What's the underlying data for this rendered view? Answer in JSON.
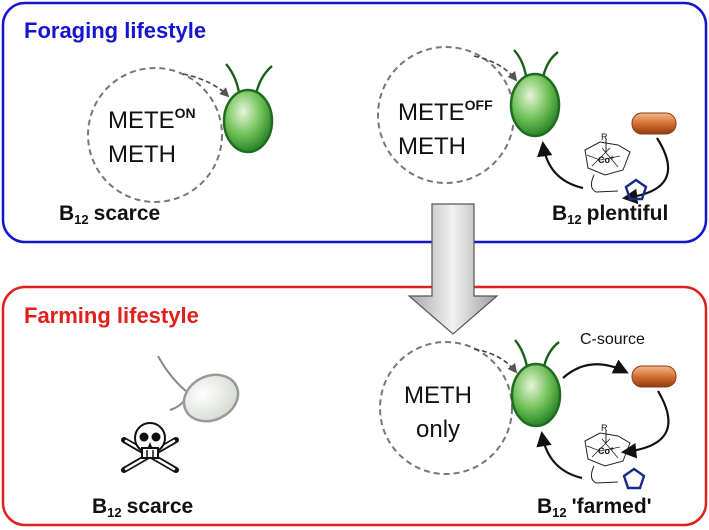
{
  "panels": {
    "foraging": {
      "title": "Foraging lifestyle",
      "color": "#1515d0",
      "left": {
        "gene1": "METE",
        "gene1_sup": "ON",
        "gene2": "METH",
        "b12": "B",
        "b12_sub": "12",
        "condition": "scarce"
      },
      "right": {
        "gene1": "METE",
        "gene1_sup": "OFF",
        "gene2": "METH",
        "b12": "B",
        "b12_sub": "12",
        "condition": "plentiful"
      }
    },
    "farming": {
      "title": "Farming lifestyle",
      "color": "#e0201a",
      "left": {
        "b12": "B",
        "b12_sub": "12",
        "condition": "scarce"
      },
      "right": {
        "gene1": "METH",
        "gene2": "only",
        "c_source": "C-source",
        "b12": "B",
        "b12_sub": "12",
        "condition": "'farmed'"
      }
    }
  },
  "molecule": {
    "r_label": "R",
    "co_label": "Co",
    "co_charge": "+"
  },
  "colors": {
    "alga_green": "#2e8b2e",
    "bacterium_orange": "#c8642a",
    "pentagon_blue": "#1a2a8a",
    "arrow_gray": "#b8b8b8",
    "dash_gray": "#777777"
  },
  "icons": [
    "skull-crossbones-icon",
    "alga-cell-icon",
    "bacterium-icon",
    "cobalamin-molecule-icon",
    "pentagon-icon"
  ]
}
